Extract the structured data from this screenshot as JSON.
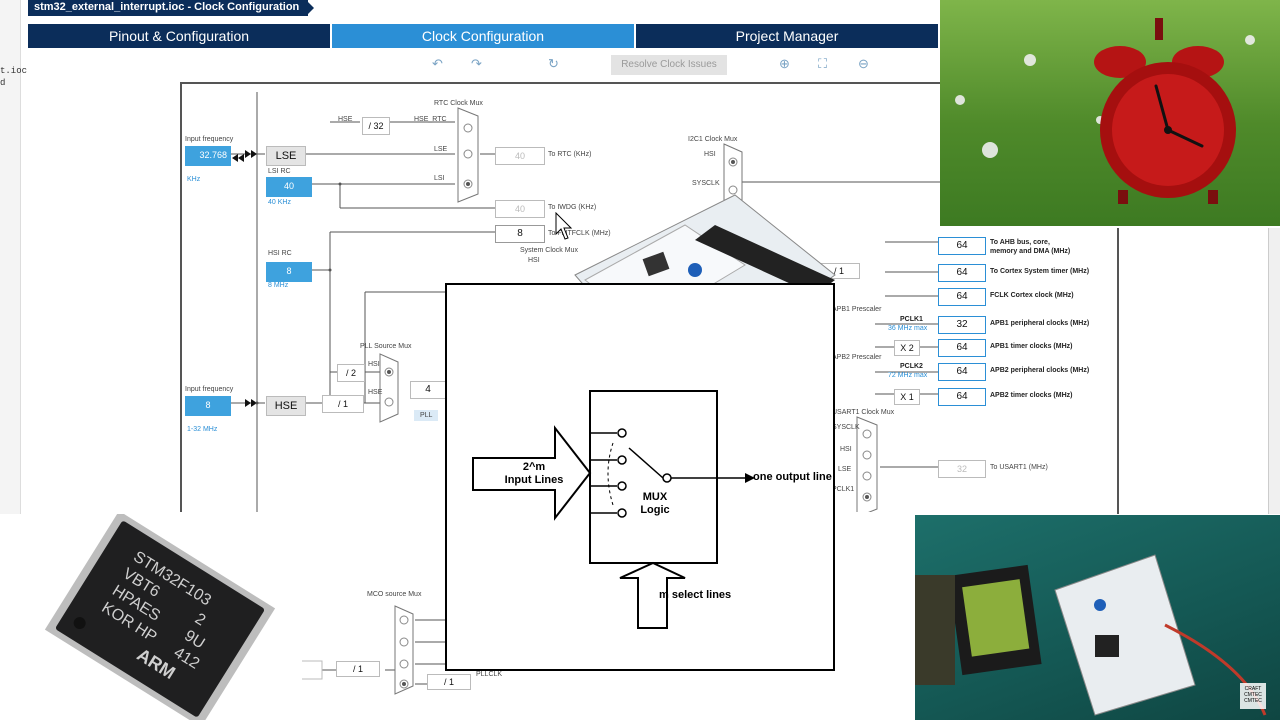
{
  "window": {
    "title": "stm32_external_interrupt.ioc - Clock Configuration"
  },
  "left_strip": {
    "line1": "t.ioc",
    "line2": "d"
  },
  "tabs": [
    {
      "label": "Pinout & Configuration",
      "active": false
    },
    {
      "label": "Clock Configuration",
      "active": true
    },
    {
      "label": "Project Manager",
      "active": false
    }
  ],
  "toolbar": {
    "undo_icon": "undo-icon",
    "redo_icon": "redo-icon",
    "refresh_icon": "refresh-icon",
    "resolve_label": "Resolve Clock Issues",
    "zoom_in_icon": "zoom-in-icon",
    "fit_icon": "fit-icon",
    "zoom_out_icon": "zoom-out-icon"
  },
  "clock": {
    "input_freq_label": "Input frequency",
    "lse_value": "32.768",
    "lse_unit": "KHz",
    "lse_label": "LSE",
    "lsi_rc_label": "LSI RC",
    "lsi_value": "40",
    "lsi_unit": "40 KHz",
    "hsi_rc_label": "HSI RC",
    "hsi_value": "8",
    "hsi_unit": "8 MHz",
    "hse_input_label": "Input frequency",
    "hse_value": "8",
    "hse_range": "1-32 MHz",
    "hse_label": "HSE",
    "rtc_mux_label": "RTC Clock Mux",
    "rtc_hse": "HSE",
    "rtc_div": "/ 32",
    "rtc_hse_rtc": "HSE_RTC",
    "rtc_lse": "LSE",
    "rtc_lsi": "LSI",
    "to_rtc_value": "40",
    "to_rtc_label": "To RTC (KHz)",
    "to_iwdg_value": "40",
    "to_iwdg_label": "To IWDG (KHz)",
    "to_flitfclk_value": "8",
    "to_flitfclk_label": "To FLITFCLK (MHz)",
    "i2c1_mux_label": "I2C1 Clock Mux",
    "i2c_hsi": "HSI",
    "i2c_sysclk": "SYSCLK",
    "sys_mux_label": "System Clock Mux",
    "sys_hsi": "HSI",
    "pll_mux_label": "PLL Source Mux",
    "pll_div2": "/ 2",
    "pll_hsi": "HSI",
    "pll_hse": "HSE",
    "hse_div": "/ 1",
    "pll_value": "4",
    "pll_label": "PLL",
    "ahb_value": "64",
    "ahb_label1": "To AHB bus, core,",
    "ahb_label2": "memory and DMA (MHz)",
    "systimer_div": "/ 1",
    "systimer_value": "64",
    "systimer_label": "To Cortex System timer (MHz)",
    "fclk_value": "64",
    "fclk_label": "FCLK Cortex clock (MHz)",
    "apb1_prescaler_label": "APB1 Prescaler",
    "pclk1_label": "PCLK1",
    "pclk1_max": "36 MHz max",
    "apb1_periph_value": "32",
    "apb1_periph_label": "APB1 peripheral clocks (MHz)",
    "apb1_x": "X 2",
    "apb1_timer_value": "64",
    "apb1_timer_label": "APB1 timer clocks (MHz)",
    "apb2_prescaler_label": "APB2 Prescaler",
    "pclk2_label": "PCLK2",
    "pclk2_max": "72 MHz max",
    "apb2_periph_value": "64",
    "apb2_periph_label": "APB2 peripheral clocks (MHz)",
    "apb2_x": "X 1",
    "apb2_timer_value": "64",
    "apb2_timer_label": "APB2 timer clocks (MHz)",
    "usart_mux_label": "USART1 Clock Mux",
    "usart_sysclk": "SYSCLK",
    "usart_hsi": "HSI",
    "usart_lse": "LSE",
    "usart_pclk1": "PCLK1",
    "usart_value": "32",
    "usart_label": "To USART1 (MHz)",
    "mco_mux_label": "MCO source Mux",
    "mco_div1": "/ 1",
    "mco_div2": "/ 1",
    "mco_pllclk": "PLLCLK"
  },
  "mux_diagram": {
    "input_label1": "2^m",
    "input_label2": "Input Lines",
    "logic_label1": "MUX",
    "logic_label2": "Logic",
    "output_label": "one output line",
    "select_label": "m select lines"
  },
  "chip": {
    "line1": "STM32F103",
    "line2": "VBT6",
    "line3": "HPAES",
    "line4": "KOR HP",
    "code1": "2",
    "code2": "9U",
    "code3": "412",
    "brand": "ARM"
  },
  "watermark": {
    "line1": "CRAFT",
    "line2": "CMTEC",
    "line3": "CMTEC"
  }
}
